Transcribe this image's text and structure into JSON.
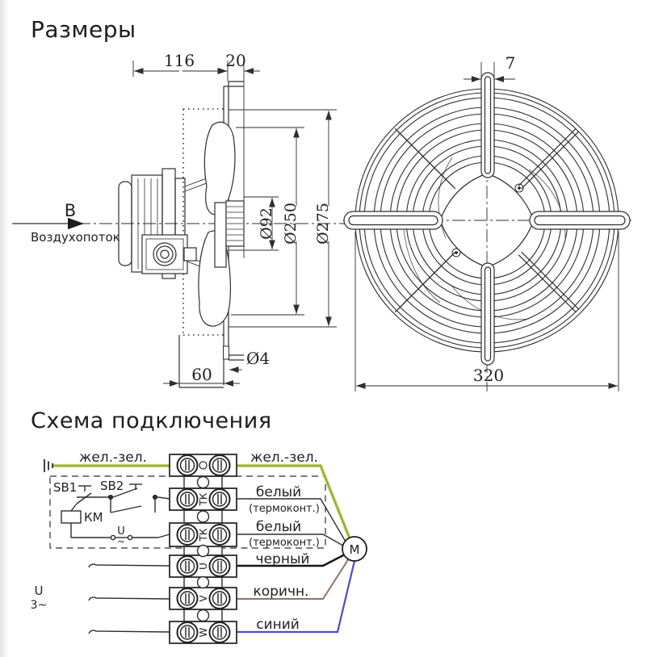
{
  "titles": {
    "dimensions": "Размеры",
    "wiring": "Схема подключения"
  },
  "side_view": {
    "view_letter": "В",
    "airflow_label": "Воздухопоток",
    "dim_116": "116",
    "dim_20": "20",
    "dim_d92": "Ø92",
    "dim_d250": "Ø250",
    "dim_d275": "Ø275",
    "dim_60": "60",
    "dim_d4": "Ø4"
  },
  "front_view": {
    "dim_7": "7",
    "dim_320": "320"
  },
  "schematic": {
    "pe_wire_left": "жел.-зел.",
    "pe_wire_right": "жел.-зел.",
    "sb1": "SB1",
    "sb2": "SB2",
    "km": "КМ",
    "u_source": "U",
    "u_tilde": "~",
    "supply_u": "U",
    "supply_3ph": "3~",
    "terminals": {
      "t2": "ТК",
      "t3": "ТК",
      "t4": "U",
      "t5": "V",
      "t6": "W"
    },
    "wire_white_1": "белый",
    "wire_white_1_note": "(термоконт.)",
    "wire_white_2": "белый",
    "wire_white_2_note": "(термоконт.)",
    "wire_black": "черный",
    "wire_brown": "коричн.",
    "wire_blue": "синий",
    "motor": "M",
    "colors": {
      "yellow_green_core": "#ccd76e",
      "yellow_green_edge": "#80a238",
      "black_wire": "#151515",
      "brown_wire": "#8a7565",
      "blue_wire": "#5148c8",
      "line": "#2e2e2e"
    }
  }
}
